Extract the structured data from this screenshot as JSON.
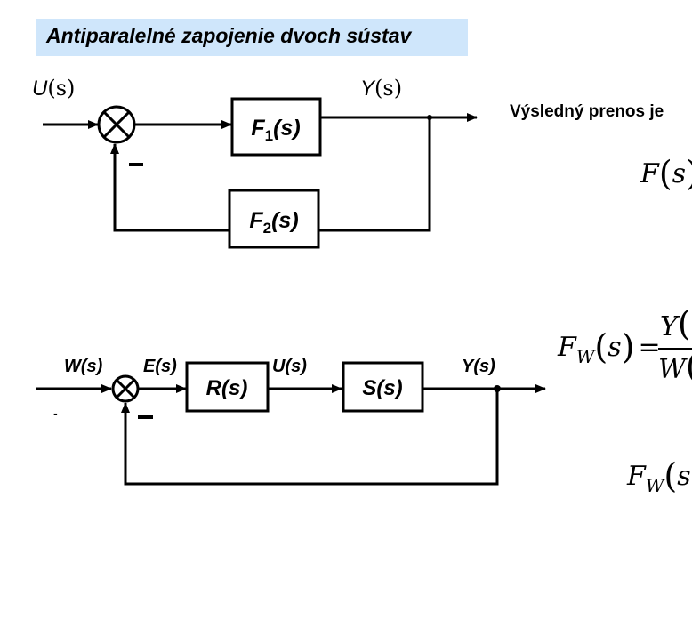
{
  "title": "Antiparalelné zapojenie dvoch sústav",
  "result_text": "Výsledný prenos je",
  "diagram1": {
    "input": {
      "label": "U",
      "arg": "(s)"
    },
    "output": {
      "label": "Y",
      "arg": "(s)"
    },
    "block_forward": {
      "name": "F",
      "sub": "1",
      "arg": "(s)"
    },
    "block_feedback": {
      "name": "F",
      "sub": "2",
      "arg": "(s)"
    },
    "sign": "–"
  },
  "formula1": {
    "lhs": "F",
    "lhs_arg": "s"
  },
  "diagram2": {
    "signal_w": "W(s)",
    "signal_e": "E(s)",
    "signal_u": "U(s)",
    "signal_y": "Y(s)",
    "block_r": "R(s)",
    "block_s": "S(s)",
    "sign": "–",
    "stray_mark": "-"
  },
  "formula2": {
    "lhs": "F",
    "lhs_sub": "W",
    "lhs_arg": "s",
    "eq": "=",
    "num": "Y",
    "den": "W"
  },
  "formula3": {
    "lhs": "F",
    "lhs_sub": "W",
    "lhs_arg": "s"
  },
  "colors": {
    "title_background": "#cfe6fb",
    "lines": "#000000"
  }
}
